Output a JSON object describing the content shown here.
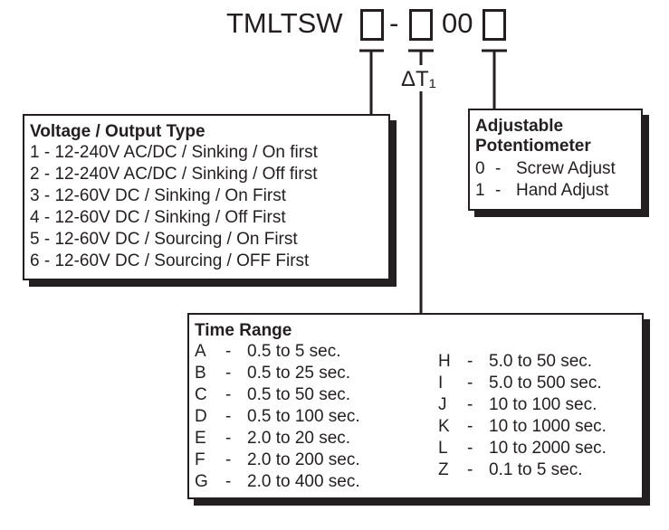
{
  "model_code": {
    "prefix": "TMLTSW",
    "dash": "-",
    "fixed": "00",
    "delta_label": "ΔT₁"
  },
  "voltage_box": {
    "title": "Voltage / Output Type",
    "options": [
      "1 - 12-240V AC/DC / Sinking / On first",
      "2 - 12-240V AC/DC / Sinking / Off first",
      "3 - 12-60V DC / Sinking / On First",
      "4 - 12-60V DC / Sinking / Off First",
      "5 - 12-60V DC / Sourcing / On First",
      "6 - 12-60V DC / Sourcing / OFF First"
    ]
  },
  "pot_box": {
    "title_line1": "Adjustable",
    "title_line2": "Potentiometer",
    "options": [
      {
        "code": "0",
        "sep": "-",
        "label": "Screw Adjust"
      },
      {
        "code": "1",
        "sep": "-",
        "label": "Hand Adjust"
      }
    ]
  },
  "time_box": {
    "title": "Time Range",
    "left": [
      {
        "code": "A",
        "sep": "-",
        "range": "0.5 to 5 sec."
      },
      {
        "code": "B",
        "sep": "-",
        "range": "0.5 to 25 sec."
      },
      {
        "code": "C",
        "sep": "-",
        "range": "0.5 to 50 sec."
      },
      {
        "code": "D",
        "sep": "-",
        "range": "0.5 to 100 sec."
      },
      {
        "code": "E",
        "sep": "-",
        "range": "2.0 to 20 sec."
      },
      {
        "code": "F",
        "sep": "-",
        "range": "2.0 to 200 sec."
      },
      {
        "code": "G",
        "sep": "-",
        "range": "2.0 to 400 sec."
      }
    ],
    "right": [
      {
        "code": "H",
        "sep": "-",
        "range": "5.0 to 50 sec."
      },
      {
        "code": "I",
        "sep": "-",
        "range": "5.0 to 500 sec."
      },
      {
        "code": "J",
        "sep": "-",
        "range": "10 to 100 sec."
      },
      {
        "code": "K",
        "sep": "-",
        "range": "10 to 1000 sec."
      },
      {
        "code": "L",
        "sep": "-",
        "range": "10 to 2000 sec."
      },
      {
        "code": "Z",
        "sep": "-",
        "range": "0.1 to 5 sec."
      }
    ]
  }
}
